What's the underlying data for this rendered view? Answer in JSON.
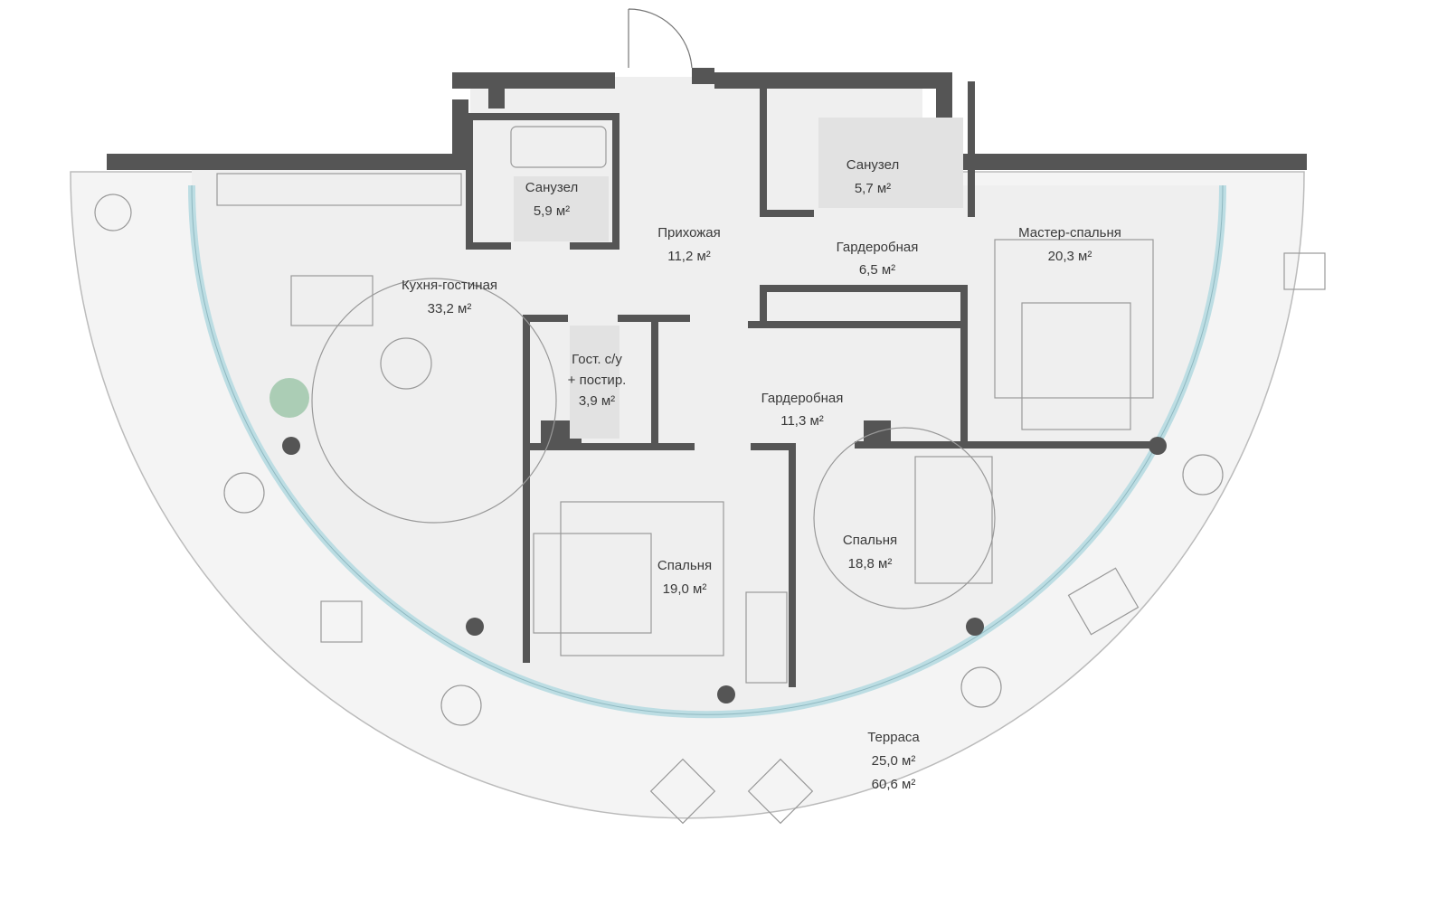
{
  "plan": {
    "rooms": [
      {
        "id": "kitchen-living",
        "name": "Кухня-гостиная",
        "area": "33,2 м²"
      },
      {
        "id": "bathroom-1",
        "name": "Санузел",
        "area": "5,9 м²"
      },
      {
        "id": "hallway",
        "name": "Прихожая",
        "area": "11,2 м²"
      },
      {
        "id": "wardrobe-small",
        "name": "Гардеробная",
        "area": "6,5 м²"
      },
      {
        "id": "bathroom-2",
        "name": "Санузел",
        "area": "5,7 м²"
      },
      {
        "id": "master-bedroom",
        "name": "Мастер-спальня",
        "area": "20,3 м²"
      },
      {
        "id": "guest-wc",
        "name": "Гост. с/у",
        "name2": "+ постир.",
        "area": "3,9 м²"
      },
      {
        "id": "wardrobe-large",
        "name": "Гардеробная",
        "area": "11,3 м²"
      },
      {
        "id": "bedroom-1",
        "name": "Спальня",
        "area": "19,0 м²"
      },
      {
        "id": "bedroom-2",
        "name": "Спальня",
        "area": "18,8 м²"
      },
      {
        "id": "terrace",
        "name": "Терраса",
        "area": "25,0 м²",
        "area2": "60,6 м²"
      }
    ],
    "colors": {
      "wall": "#555555",
      "floor": "#efefef",
      "glass": "#bcdde3",
      "plant": "#6aa57f"
    }
  }
}
